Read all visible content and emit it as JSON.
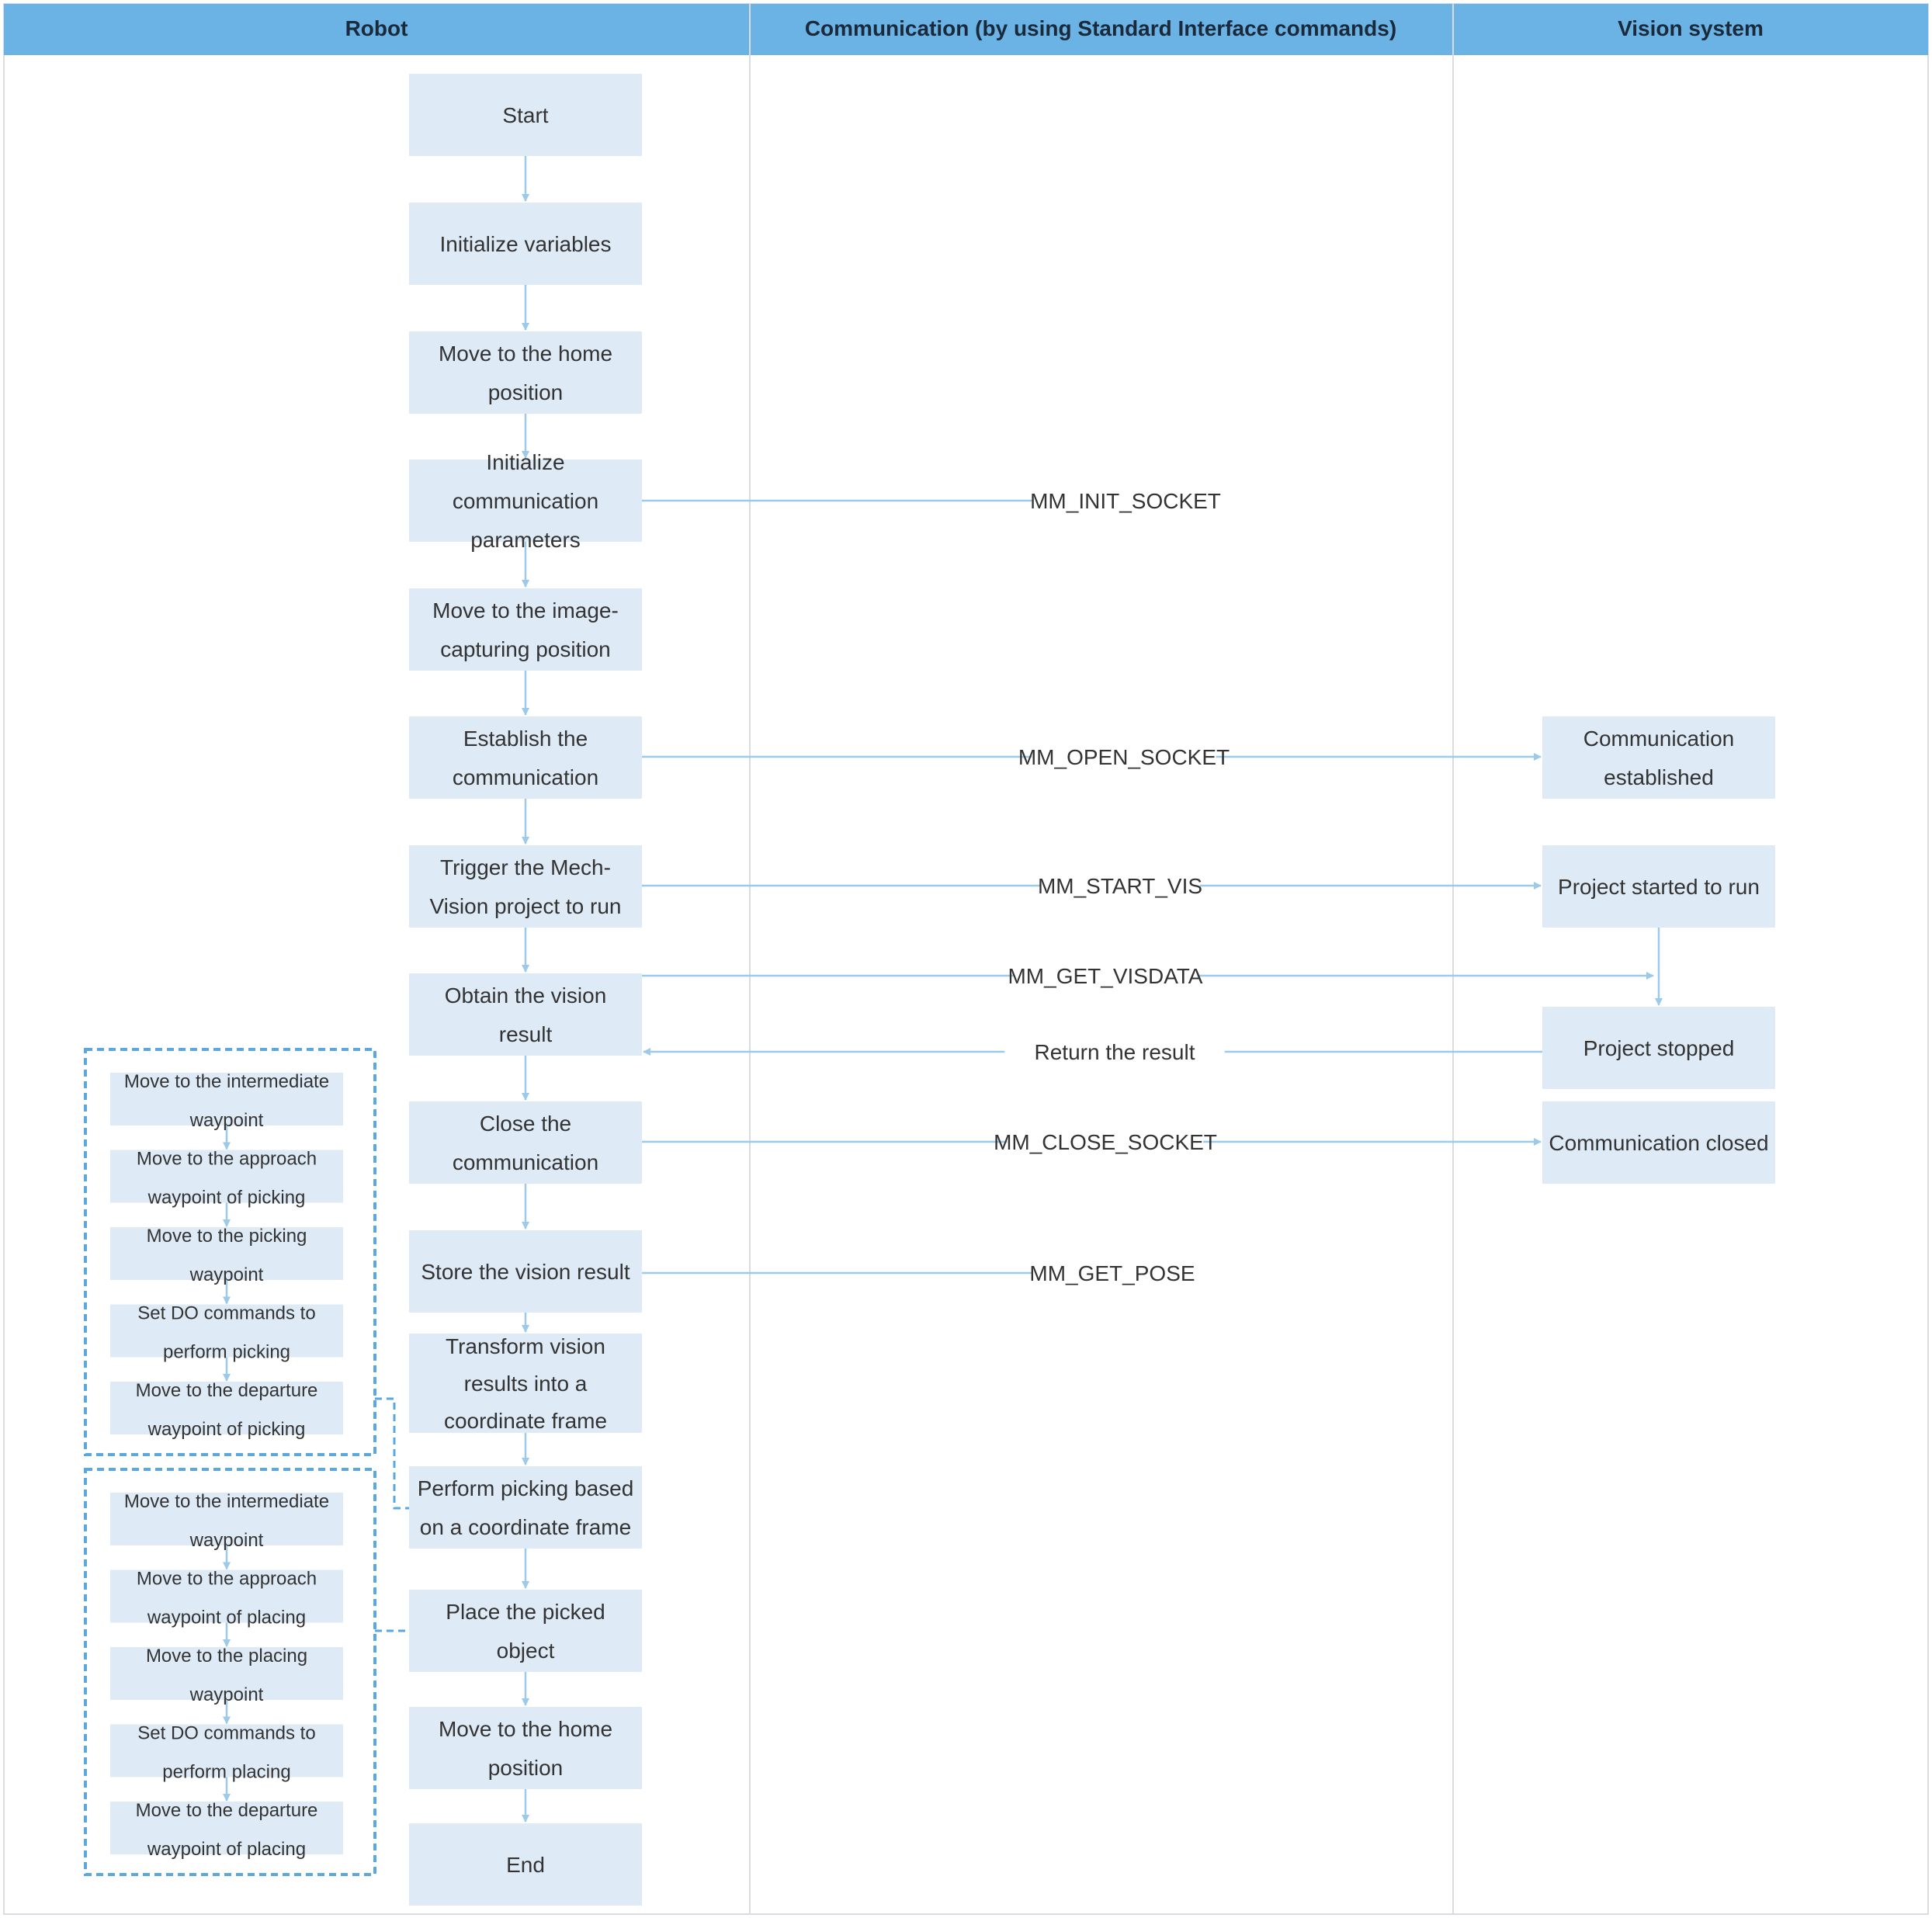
{
  "lanes": [
    {
      "key": "robot",
      "title": "Robot"
    },
    {
      "key": "comm",
      "title": "Communication (by using Standard Interface commands)"
    },
    {
      "key": "vision",
      "title": "Vision system"
    }
  ],
  "colors": {
    "header_bg": "#6bb2e5",
    "box_fill": "#deebf7",
    "connector": "#9ccae8",
    "group_border": "#5ba7df",
    "lane_divider": "#d9dde2"
  },
  "robot_steps": [
    {
      "id": "start",
      "lines": [
        "Start"
      ]
    },
    {
      "id": "init-vars",
      "lines": [
        "Initialize variables"
      ]
    },
    {
      "id": "home-1",
      "lines": [
        "Move to the home",
        "position"
      ]
    },
    {
      "id": "init-comm",
      "lines": [
        "Initialize",
        "communication",
        "parameters"
      ]
    },
    {
      "id": "image-pos",
      "lines": [
        "Move to the image-",
        "capturing position"
      ]
    },
    {
      "id": "establish",
      "lines": [
        "Establish the",
        "communication"
      ]
    },
    {
      "id": "trigger",
      "lines": [
        "Trigger the Mech-",
        "Vision project to run"
      ]
    },
    {
      "id": "obtain",
      "lines": [
        "Obtain the vision",
        "result"
      ]
    },
    {
      "id": "close",
      "lines": [
        "Close the",
        "communication"
      ]
    },
    {
      "id": "store",
      "lines": [
        "Store the vision result"
      ]
    },
    {
      "id": "transform",
      "lines": [
        "Transform vision",
        "results into a",
        "coordinate frame"
      ]
    },
    {
      "id": "pick",
      "lines": [
        "Perform picking based",
        "on a coordinate frame"
      ]
    },
    {
      "id": "place",
      "lines": [
        "Place the picked",
        "object"
      ]
    },
    {
      "id": "home-2",
      "lines": [
        "Move to the home",
        "position"
      ]
    },
    {
      "id": "end",
      "lines": [
        "End"
      ]
    }
  ],
  "vision_states": [
    {
      "id": "comm-established",
      "lines": [
        "Communication",
        "established"
      ]
    },
    {
      "id": "project-started",
      "lines": [
        "Project started to run"
      ]
    },
    {
      "id": "project-stopped",
      "lines": [
        "Project stopped"
      ]
    },
    {
      "id": "comm-closed",
      "lines": [
        "Communication closed"
      ]
    }
  ],
  "messages": [
    {
      "id": "init-socket",
      "label": "MM_INIT_SOCKET",
      "from": "init-comm",
      "to": null
    },
    {
      "id": "open-socket",
      "label": "MM_OPEN_SOCKET",
      "from": "establish",
      "to": "comm-established"
    },
    {
      "id": "start-vis",
      "label": "MM_START_VIS",
      "from": "trigger",
      "to": "project-started"
    },
    {
      "id": "get-visdata",
      "label": "MM_GET_VISDATA",
      "from": "obtain",
      "to": "project-started-flow"
    },
    {
      "id": "return-result",
      "label": "Return the result",
      "from": "project-stopped",
      "to": "obtain"
    },
    {
      "id": "close-socket",
      "label": "MM_CLOSE_SOCKET",
      "from": "close",
      "to": "comm-closed"
    },
    {
      "id": "get-pose",
      "label": "MM_GET_POSE",
      "from": "store",
      "to": null
    }
  ],
  "picking_substeps": [
    {
      "lines": [
        "Move to the intermediate",
        "waypoint"
      ]
    },
    {
      "lines": [
        "Move to the approach",
        "waypoint of picking"
      ]
    },
    {
      "lines": [
        "Move to the picking",
        "waypoint"
      ]
    },
    {
      "lines": [
        "Set DO commands to",
        "perform picking"
      ]
    },
    {
      "lines": [
        "Move to the departure",
        "waypoint of picking"
      ]
    }
  ],
  "placing_substeps": [
    {
      "lines": [
        "Move to the intermediate",
        "waypoint"
      ]
    },
    {
      "lines": [
        "Move to the approach",
        "waypoint of placing"
      ]
    },
    {
      "lines": [
        "Move to the placing",
        "waypoint"
      ]
    },
    {
      "lines": [
        "Set DO commands to",
        "perform placing"
      ]
    },
    {
      "lines": [
        "Move to the departure",
        "waypoint of placing"
      ]
    }
  ]
}
